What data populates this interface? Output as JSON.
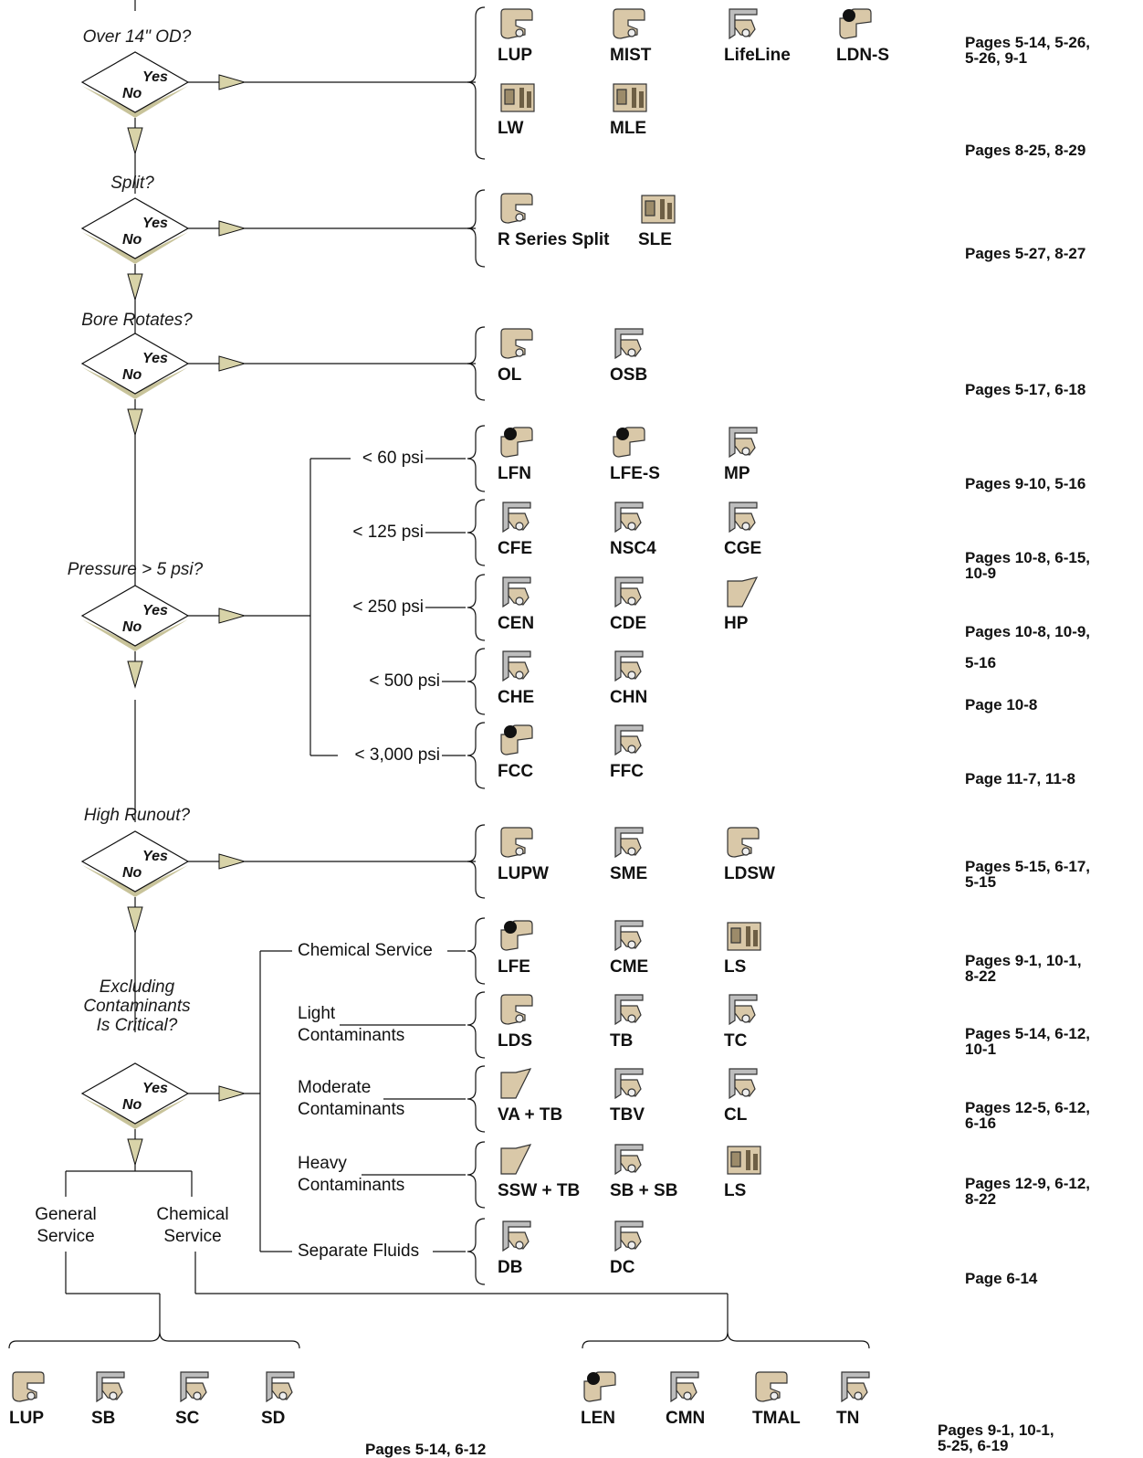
{
  "questions": {
    "over_14": "Over 14\" OD?",
    "split": "Split?",
    "bore": "Bore Rotates?",
    "pressure": "Pressure > 5 psi?",
    "runout": "High Runout?",
    "excluding": [
      "Excluding",
      "Contaminants",
      "Is Critical?"
    ]
  },
  "yes": "Yes",
  "no": "No",
  "pressure_labels": [
    "< 60 psi",
    "< 125 psi",
    "< 250 psi",
    "< 500 psi",
    "< 3,000 psi"
  ],
  "contaminant_labels": {
    "chemical": "Chemical Service",
    "light": [
      "Light",
      "Contaminants"
    ],
    "moderate": [
      "Moderate",
      "Contaminants"
    ],
    "heavy": [
      "Heavy",
      "Contaminants"
    ],
    "separate": "Separate Fluids"
  },
  "bottom_labels": {
    "general": [
      "General",
      "Service"
    ],
    "chemical": [
      "Chemical",
      "Service"
    ]
  },
  "seals": {
    "lup": "LUP",
    "mist": "MIST",
    "lifeline": "LifeLine",
    "ldns": "LDN-S",
    "lw": "LW",
    "mle": "MLE",
    "rsplit": "R Series Split",
    "sle": "SLE",
    "ol": "OL",
    "osb": "OSB",
    "lfn": "LFN",
    "lfes": "LFE-S",
    "mp": "MP",
    "cfe": "CFE",
    "nsc4": "NSC4",
    "cge": "CGE",
    "cen": "CEN",
    "cde": "CDE",
    "hp": "HP",
    "che": "CHE",
    "chn": "CHN",
    "fcc": "FCC",
    "ffc": "FFC",
    "lupw": "LUPW",
    "sme": "SME",
    "ldsw": "LDSW",
    "lfe": "LFE",
    "cme": "CME",
    "ls1": "LS",
    "lds": "LDS",
    "tb": "TB",
    "tc": "TC",
    "vatb": "VA + TB",
    "tbv": "TBV",
    "cl": "CL",
    "sswtb": "SSW + TB",
    "sbsb": "SB + SB",
    "ls2": "LS",
    "db": "DB",
    "dc": "DC",
    "b_lup": "LUP",
    "b_sb": "SB",
    "b_sc": "SC",
    "b_sd": "SD",
    "b_len": "LEN",
    "b_cmn": "CMN",
    "b_tmal": "TMAL",
    "b_tn": "TN"
  },
  "pages": {
    "p1": [
      "Pages 5-14, 5-26,",
      "5-26, 9-1"
    ],
    "p2": [
      "Pages 8-25, 8-29"
    ],
    "p3": [
      "Pages 5-27, 8-27"
    ],
    "p4": [
      "Pages 5-17, 6-18"
    ],
    "p5": [
      "Pages 9-10, 5-16"
    ],
    "p6": [
      "Pages 10-8, 6-15,",
      "10-9"
    ],
    "p7": [
      "Pages 10-8, 10-9,",
      "",
      "5-16"
    ],
    "p8": [
      "Page 10-8"
    ],
    "p9": [
      "Page 11-7, 11-8"
    ],
    "p10": [
      "Pages 5-15, 6-17,",
      "5-15"
    ],
    "p11": [
      "Pages 9-1, 10-1,",
      "8-22"
    ],
    "p12": [
      "Pages 5-14, 6-12,",
      "10-1"
    ],
    "p13": [
      "Pages 12-5, 6-12,",
      "6-16"
    ],
    "p14": [
      "Pages 12-9, 6-12,",
      "8-22"
    ],
    "p15": [
      "Page 6-14"
    ],
    "p16": [
      "Pages 5-14, 6-12"
    ],
    "p17": [
      "Pages 9-1, 10-1,",
      "5-25, 6-19"
    ]
  },
  "colors": {
    "seal_fill": "#d9c8a8",
    "seal_stroke": "#333333",
    "shadow": "#c8c39a",
    "metal": "#bdbdbd",
    "ball": "#111111"
  }
}
